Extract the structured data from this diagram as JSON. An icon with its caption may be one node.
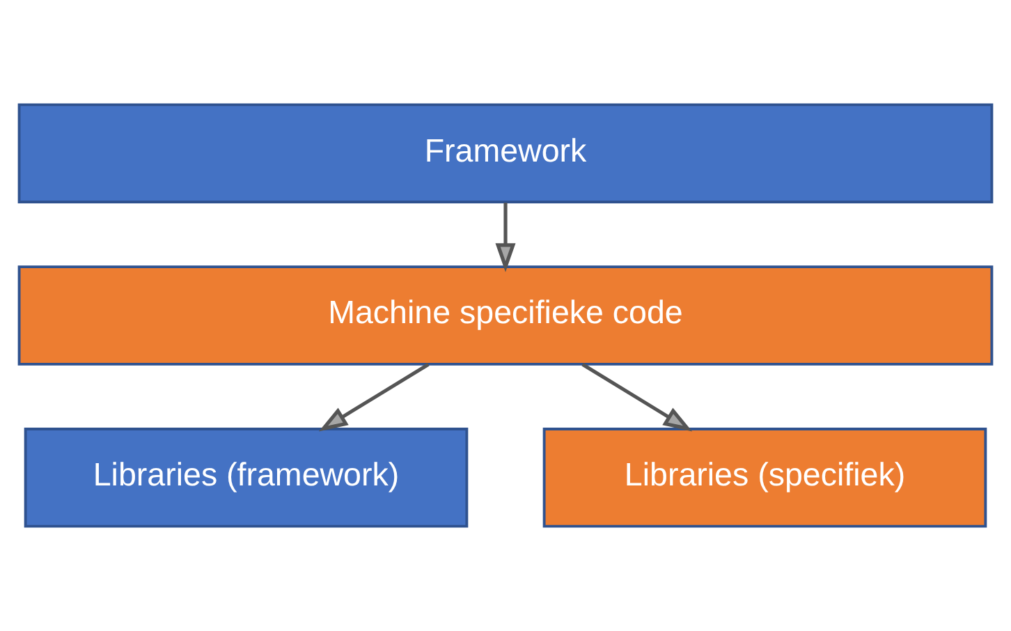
{
  "diagram": {
    "nodes": [
      {
        "text": [
          "Framework"
        ]
      },
      {
        "text": [
          "Machine specifieke code"
        ]
      },
      {
        "text": [
          "Libraries (framework)"
        ]
      },
      {
        "text": [
          "Libraries (specifiek)"
        ]
      }
    ],
    "edges": [
      {
        "from": 0,
        "to": 1,
        "arrow": "to"
      },
      {
        "from": 1,
        "to": 2,
        "arrow": "to"
      },
      {
        "from": 1,
        "to": 3,
        "arrow": "to"
      }
    ]
  }
}
